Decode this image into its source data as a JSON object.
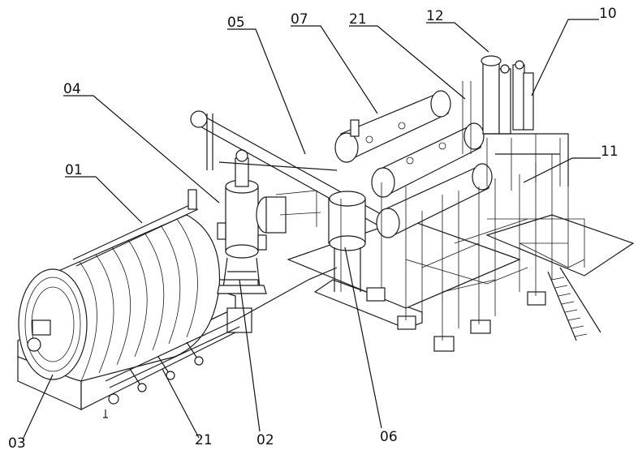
{
  "diagram": {
    "callouts": [
      {
        "id": "c01",
        "label": "01"
      },
      {
        "id": "c02",
        "label": "02"
      },
      {
        "id": "c03",
        "label": "03"
      },
      {
        "id": "c04",
        "label": "04"
      },
      {
        "id": "c05",
        "label": "05"
      },
      {
        "id": "c06",
        "label": "06"
      },
      {
        "id": "c07",
        "label": "07"
      },
      {
        "id": "c10",
        "label": "10"
      },
      {
        "id": "c11",
        "label": "11"
      },
      {
        "id": "c12",
        "label": "12"
      },
      {
        "id": "c21a",
        "label": "21"
      },
      {
        "id": "c21b",
        "label": "21"
      }
    ]
  }
}
